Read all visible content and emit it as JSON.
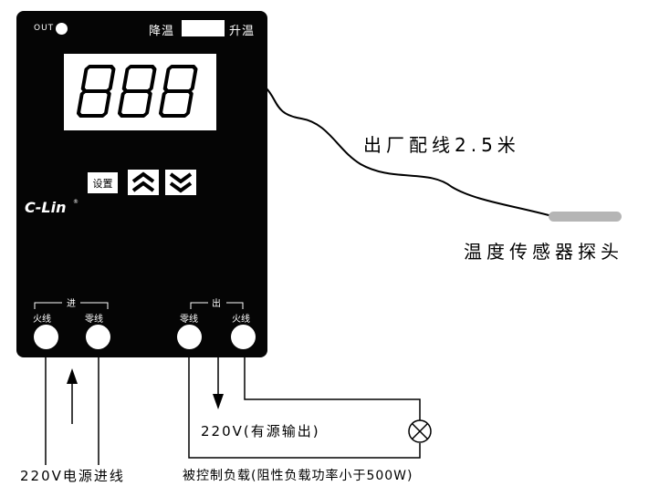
{
  "controller": {
    "out_label": "OUT",
    "cooling_label": "降温",
    "heating_label": "升温",
    "display_digits": "888",
    "set_button_label": "设置",
    "brand": "C-Lin",
    "brand_mark": "®",
    "input_group_label": "进",
    "output_group_label": "出",
    "terminals": [
      {
        "label": "火线"
      },
      {
        "label": "零线"
      },
      {
        "label": "零线"
      },
      {
        "label": "火线"
      }
    ]
  },
  "cable_label": "出厂配线2.5米",
  "sensor_label": "温度传感器探头",
  "power_input_label": "220V电源进线",
  "output_voltage_label": "220V(有源输出)",
  "load_label": "被控制负载(阻性负载功率小于500W)",
  "colors": {
    "device_body": "#050505",
    "probe": "#b5b5b5",
    "wire": "#000000"
  }
}
